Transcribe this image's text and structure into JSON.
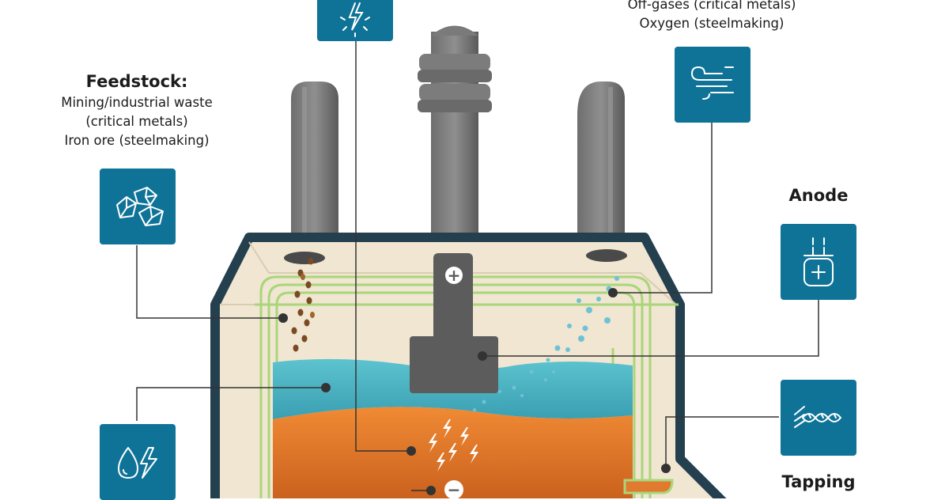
{
  "feedstock": {
    "title": "Feedstock:",
    "lines": [
      "Mining/industrial waste",
      "(critical metals)",
      "Iron ore (steelmaking)"
    ]
  },
  "offgas": {
    "lines": [
      "Off-gases (critical metals)",
      "Oxygen (steelmaking)"
    ]
  },
  "anode": {
    "title": "Anode"
  },
  "tapping": {
    "title": "Tapping"
  },
  "icons": {
    "electricity": "electricity-icon",
    "feedstock": "rocks-icon",
    "offgas": "wind-icon",
    "anode": "anode-icon",
    "tapping": "metal-stream-icon",
    "electrolyte": "drop-lightning-icon"
  },
  "symbols": {
    "anode_sign": "+",
    "cathode_sign": "−"
  },
  "colors": {
    "icon_bg": "#0f7397",
    "vessel_outline": "#24404f",
    "vessel_fill": "#f0e6d2",
    "electrolyte": "#4ab3c3",
    "molten_metal": "#e07a2e",
    "electrode": "#5c5c5c",
    "green_lines": "#a9d67a"
  }
}
